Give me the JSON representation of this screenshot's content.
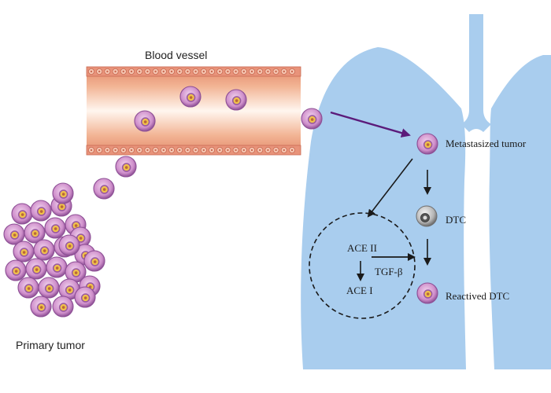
{
  "labels": {
    "blood_vessel": "Blood vessel",
    "primary_tumor": "Primary tumor",
    "metastasized_tumor": "Metastasized tumor",
    "dtc": "DTC",
    "reactived_dtc": "Reactived DTC",
    "ace2": "ACE II",
    "ace1": "ACE I",
    "tgf": "TGF-β"
  },
  "colors": {
    "lung_fill": "#a9cdee",
    "vessel_dark": "#e07f5a",
    "vessel_light": "#fdf1e8",
    "cell_membrane": "#9b5ba0",
    "cell_body": "#d9a3d5",
    "nucleus": "#f0c24a",
    "arrow_purple": "#5b1b7a",
    "arrow_black": "#1a1a1a"
  }
}
